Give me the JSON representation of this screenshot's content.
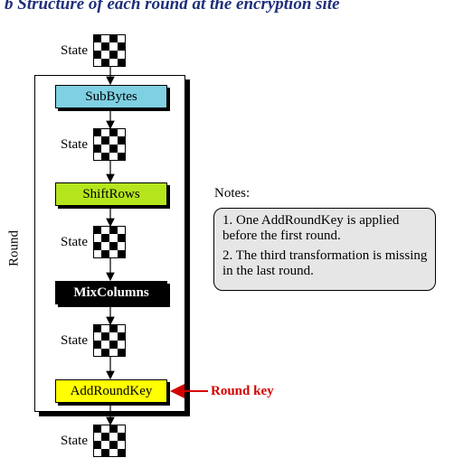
{
  "title": "b  Structure of each round at the encryption site",
  "round_label": "Round",
  "state_label": "State",
  "steps": {
    "subbytes": "SubBytes",
    "shiftrows": "ShiftRows",
    "mixcolumns": "MixColumns",
    "addroundkey": "AddRoundKey"
  },
  "round_key_label": "Round key",
  "notes": {
    "title": "Notes:",
    "items": [
      "1. One AddRoundKey is applied before the first round.",
      "2. The third transformation is missing in the last round."
    ]
  },
  "colors": {
    "subbytes": "#7fd0e3",
    "shiftrows": "#b5e61d",
    "mixcolumns": "#000000",
    "addroundkey": "#ffff00",
    "round_key": "#d40000",
    "title": "#1f2f7a"
  }
}
